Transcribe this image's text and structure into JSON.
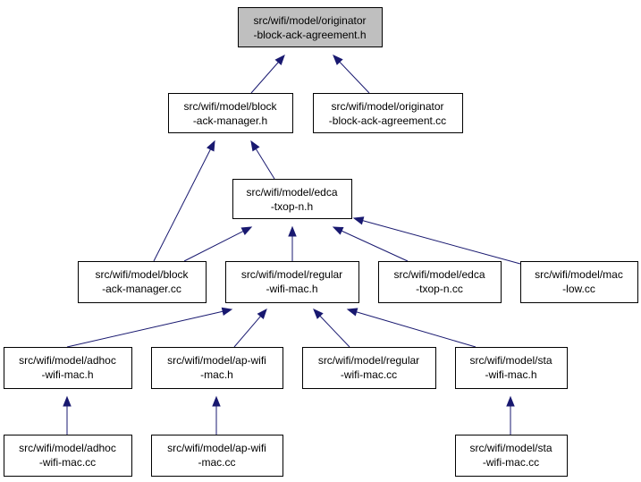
{
  "graph": {
    "nodes": [
      {
        "id": "n0",
        "lines": [
          "src/wifi/model/originator",
          "-block-ack-agreement.h"
        ],
        "root": true
      },
      {
        "id": "n1",
        "lines": [
          "src/wifi/model/block",
          "-ack-manager.h"
        ]
      },
      {
        "id": "n2",
        "lines": [
          "src/wifi/model/originator",
          "-block-ack-agreement.cc"
        ]
      },
      {
        "id": "n3",
        "lines": [
          "src/wifi/model/edca",
          "-txop-n.h"
        ]
      },
      {
        "id": "n4",
        "lines": [
          "src/wifi/model/block",
          "-ack-manager.cc"
        ]
      },
      {
        "id": "n5",
        "lines": [
          "src/wifi/model/regular",
          "-wifi-mac.h"
        ]
      },
      {
        "id": "n6",
        "lines": [
          "src/wifi/model/edca",
          "-txop-n.cc"
        ]
      },
      {
        "id": "n7",
        "lines": [
          "src/wifi/model/mac",
          "-low.cc"
        ]
      },
      {
        "id": "n8",
        "lines": [
          "src/wifi/model/adhoc",
          "-wifi-mac.h"
        ]
      },
      {
        "id": "n9",
        "lines": [
          "src/wifi/model/ap-wifi",
          "-mac.h"
        ]
      },
      {
        "id": "n10",
        "lines": [
          "src/wifi/model/regular",
          "-wifi-mac.cc"
        ]
      },
      {
        "id": "n11",
        "lines": [
          "src/wifi/model/sta",
          "-wifi-mac.h"
        ]
      },
      {
        "id": "n12",
        "lines": [
          "src/wifi/model/adhoc",
          "-wifi-mac.cc"
        ]
      },
      {
        "id": "n13",
        "lines": [
          "src/wifi/model/ap-wifi",
          "-mac.cc"
        ]
      },
      {
        "id": "n14",
        "lines": [
          "src/wifi/model/sta",
          "-wifi-mac.cc"
        ]
      }
    ],
    "edges": [
      {
        "from": "n1",
        "to": "n0"
      },
      {
        "from": "n2",
        "to": "n0"
      },
      {
        "from": "n3",
        "to": "n1"
      },
      {
        "from": "n4",
        "to": "n1"
      },
      {
        "from": "n4",
        "to": "n3"
      },
      {
        "from": "n5",
        "to": "n3"
      },
      {
        "from": "n6",
        "to": "n3"
      },
      {
        "from": "n7",
        "to": "n3"
      },
      {
        "from": "n8",
        "to": "n5"
      },
      {
        "from": "n9",
        "to": "n5"
      },
      {
        "from": "n10",
        "to": "n5"
      },
      {
        "from": "n11",
        "to": "n5"
      },
      {
        "from": "n12",
        "to": "n8"
      },
      {
        "from": "n13",
        "to": "n9"
      },
      {
        "from": "n14",
        "to": "n11"
      }
    ],
    "colors": {
      "edge": "#191970",
      "root_fill": "#bfbfbf",
      "node_fill": "#ffffff",
      "border": "#000000"
    }
  }
}
